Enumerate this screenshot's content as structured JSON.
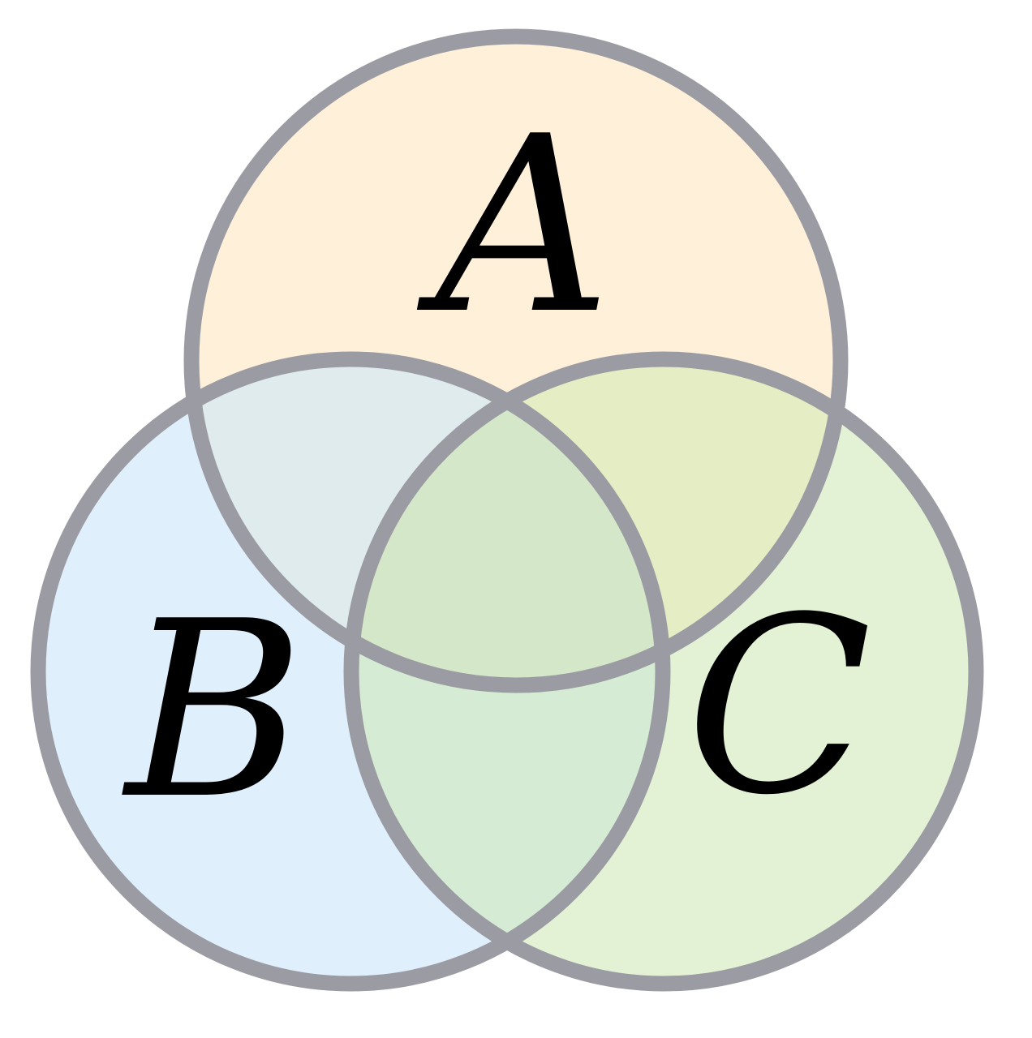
{
  "colors": {
    "outline": "#9b9ba3",
    "background": "#ffffff"
  },
  "sets": [
    {
      "label": "A",
      "fill": "#fef0d9"
    },
    {
      "label": "B",
      "fill": "#dfeffc"
    },
    {
      "label": "C",
      "fill": "#e3f1d4"
    }
  ],
  "regions": {
    "ab": "#e0ebed",
    "ac": "#e4edc4",
    "bc": "#d6ebd3",
    "abc": "#d4e7c8"
  }
}
